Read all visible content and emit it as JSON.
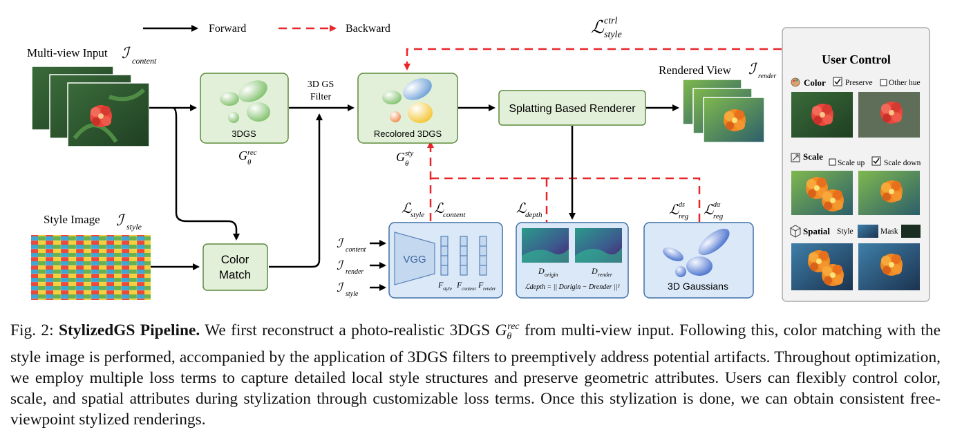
{
  "legend": {
    "forward": "Forward",
    "backward": "Backward"
  },
  "loss_ctrl": {
    "main": "ℒ",
    "sup": "ctrl",
    "sub": "style"
  },
  "inputs": {
    "multiview": {
      "text": "Multi-view Input",
      "math": "ℐ",
      "sub": "content"
    },
    "style": {
      "text": "Style Image",
      "math": "ℐ",
      "sub": "style"
    }
  },
  "nodes": {
    "gs3d": {
      "label": "3DGS",
      "math": "G",
      "sub": "θ",
      "sup": "rec"
    },
    "filter": {
      "line1": "3D GS",
      "line2": "Filter"
    },
    "recolored": {
      "label": "Recolored 3DGS",
      "math": "G",
      "sub": "θ",
      "sup": "sty"
    },
    "renderer": {
      "label": "Splatting Based Renderer"
    },
    "colormatch": {
      "line1": "Color",
      "line2": "Match"
    }
  },
  "output": {
    "text": "Rendered View",
    "math": "ℐ",
    "sub": "render"
  },
  "losses": {
    "style": {
      "main": "ℒ",
      "sub": "style"
    },
    "content": {
      "main": "ℒ",
      "sub": "content"
    },
    "depth": {
      "main": "ℒ",
      "sub": "depth"
    },
    "reg_ds": {
      "main": "ℒ",
      "sub": "reg",
      "sup": "ds"
    },
    "reg_da": {
      "main": "ℒ",
      "sub": "reg",
      "sup": "dα"
    }
  },
  "vgg_box": {
    "vgg": "VGG",
    "inputs": [
      {
        "math": "ℐ",
        "sub": "content"
      },
      {
        "math": "ℐ",
        "sub": "render"
      },
      {
        "math": "ℐ",
        "sub": "style"
      }
    ],
    "features": [
      {
        "math": "F",
        "sub": "style"
      },
      {
        "math": "F",
        "sub": "content"
      },
      {
        "math": "F",
        "sub": "render"
      }
    ]
  },
  "depth_box": {
    "d_origin": {
      "math": "D",
      "sub": "origin"
    },
    "d_render": {
      "math": "D",
      "sub": "render"
    },
    "formula": "ℒdepth = || Dorigin − Drender ||²"
  },
  "gauss_box": {
    "label": "3D Gaussians"
  },
  "user_control": {
    "title": "User Control",
    "color": {
      "label": "Color",
      "opt1": "Preserve",
      "opt2": "Other hue",
      "opt1_checked": true,
      "opt2_checked": false
    },
    "scale": {
      "label": "Scale",
      "opt1": "Scale up",
      "opt2": "Scale down",
      "opt1_checked": false,
      "opt2_checked": true
    },
    "spatial": {
      "label": "Spatial",
      "opt1": "Style",
      "opt2": "Mask"
    }
  },
  "caption": {
    "prefix": "Fig. 2: ",
    "title": "StylizedGS Pipeline.",
    "body_pre": " We first reconstruct a photo-realistic 3DGS ",
    "math": "G",
    "math_sub": "θ",
    "math_sup": "rec",
    "body_post": " from multi-view input. Following this, color matching with the style image is performed, accompanied by the application of 3DGS filters to preemptively address potential artifacts. Throughout optimization, we employ multiple loss terms to capture detailed local style structures and preserve geometric attributes. Users can flexibly control color, scale, and spatial attributes during stylization through customizable loss terms. Once this stylization is done, we can obtain consistent free-viewpoint stylized renderings."
  },
  "colors": {
    "node_fill": "#e2f0d9",
    "node_stroke": "#5b8a3a",
    "loss_fill": "#dae8f7",
    "loss_stroke": "#3e6fa8",
    "backward": "#e8262a",
    "panel_fill": "#f2f2f2"
  }
}
